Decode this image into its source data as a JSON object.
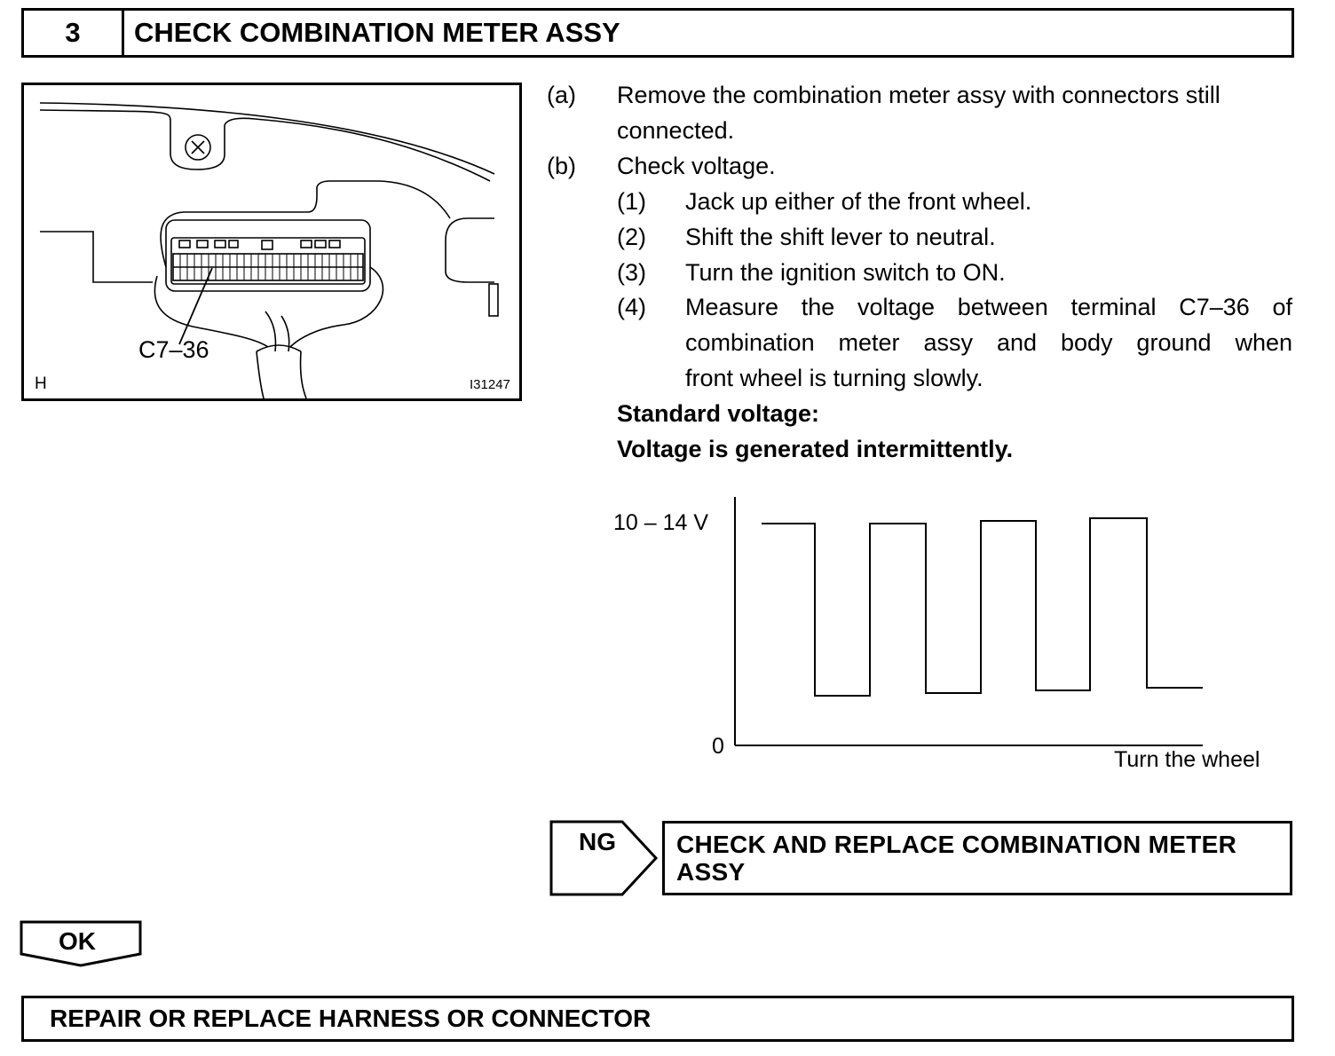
{
  "header": {
    "step_number": "3",
    "step_title": "CHECK COMBINATION METER ASSY"
  },
  "illustration": {
    "terminal_label": "C7–36",
    "corner_letter": "H",
    "figure_code": "I31247"
  },
  "instructions": {
    "a_mark": "(a)",
    "a_line1": "Remove the combination meter assy with connectors still",
    "a_line2": "connected.",
    "b_mark": "(b)",
    "b_text": "Check voltage.",
    "sub_steps": [
      {
        "mark": "(1)",
        "text": "Jack up either of the front wheel."
      },
      {
        "mark": "(2)",
        "text": "Shift the shift lever to neutral."
      },
      {
        "mark": "(3)",
        "text": "Turn the ignition switch to ON."
      },
      {
        "mark": "(4)",
        "line1": "Measure the voltage between terminal C7–36 of",
        "line2": "combination meter assy and body ground when",
        "line3": "front wheel is turning slowly."
      }
    ],
    "standard_label": "Standard voltage:",
    "standard_value": "Voltage is generated intermittently."
  },
  "waveform": {
    "high_label": "10 – 14 V",
    "zero_label": "0",
    "x_caption": "Turn the wheel"
  },
  "ng_branch": {
    "label": "NG",
    "result": "CHECK AND REPLACE COMBINATION METER ASSY"
  },
  "ok_branch": {
    "label": "OK"
  },
  "final_result": "REPAIR OR REPLACE HARNESS OR CONNECTOR"
}
